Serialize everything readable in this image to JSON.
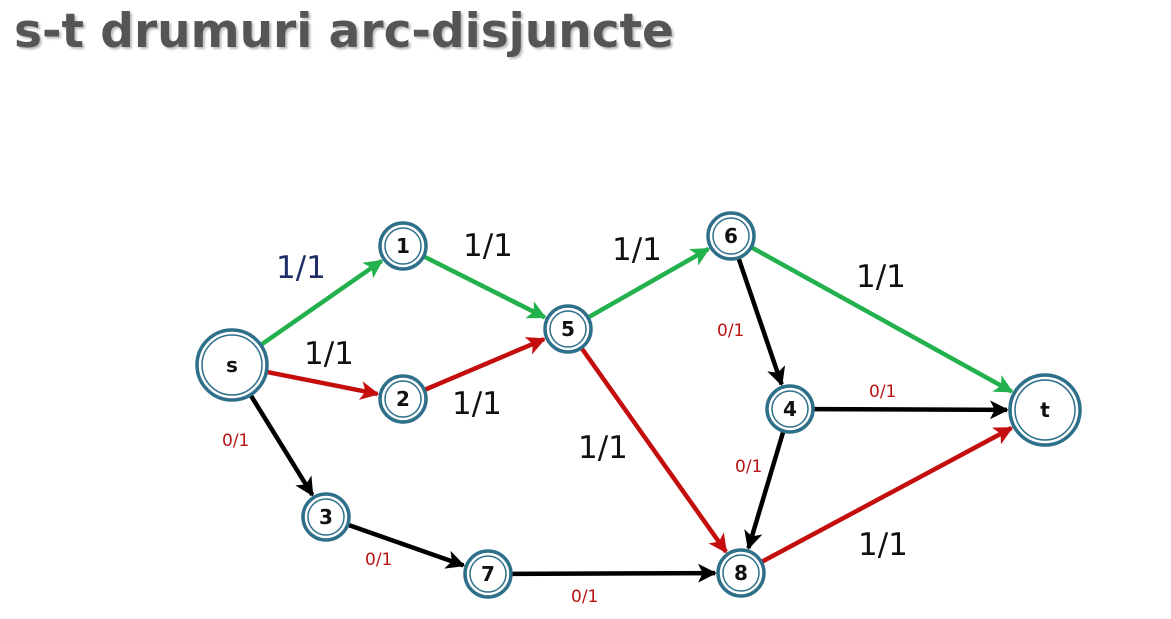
{
  "title": "s-t drumuri arc-disjuncte",
  "colors": {
    "green": "#22b14c",
    "red": "#c40d0d",
    "black": "#000000",
    "node_border": "#2e6f8a",
    "label_blue": "#1f2f66",
    "label_red": "#b81414"
  },
  "nodes": [
    {
      "id": "s",
      "label": "s"
    },
    {
      "id": "1",
      "label": "1"
    },
    {
      "id": "2",
      "label": "2"
    },
    {
      "id": "3",
      "label": "3"
    },
    {
      "id": "5",
      "label": "5"
    },
    {
      "id": "6",
      "label": "6"
    },
    {
      "id": "4",
      "label": "4"
    },
    {
      "id": "7",
      "label": "7"
    },
    {
      "id": "8",
      "label": "8"
    },
    {
      "id": "t",
      "label": "t"
    }
  ],
  "edges": [
    {
      "from": "s",
      "to": "1",
      "color": "green",
      "label": "1/1"
    },
    {
      "from": "s",
      "to": "2",
      "color": "red",
      "label": "1/1"
    },
    {
      "from": "s",
      "to": "3",
      "color": "black",
      "label": "0/1"
    },
    {
      "from": "1",
      "to": "5",
      "color": "green",
      "label": "1/1"
    },
    {
      "from": "2",
      "to": "5",
      "color": "red",
      "label": "1/1"
    },
    {
      "from": "5",
      "to": "6",
      "color": "green",
      "label": "1/1"
    },
    {
      "from": "5",
      "to": "8",
      "color": "red",
      "label": "1/1"
    },
    {
      "from": "6",
      "to": "t",
      "color": "green",
      "label": "1/1"
    },
    {
      "from": "6",
      "to": "4",
      "color": "black",
      "label": "0/1"
    },
    {
      "from": "4",
      "to": "t",
      "color": "black",
      "label": "0/1"
    },
    {
      "from": "4",
      "to": "8",
      "color": "black",
      "label": "0/1"
    },
    {
      "from": "3",
      "to": "7",
      "color": "black",
      "label": "0/1"
    },
    {
      "from": "7",
      "to": "8",
      "color": "black",
      "label": "0/1"
    },
    {
      "from": "8",
      "to": "t",
      "color": "red",
      "label": "1/1"
    }
  ]
}
